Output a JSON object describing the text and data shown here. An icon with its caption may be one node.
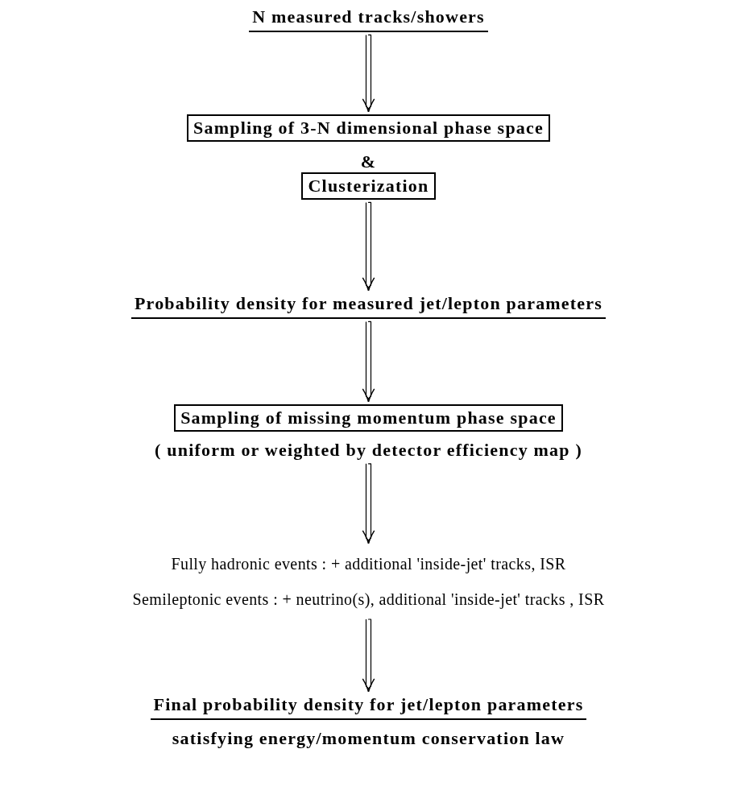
{
  "diagram": {
    "nodes": [
      {
        "text": [
          "N measured tracks/showers"
        ]
      },
      {
        "text": [
          "Sampling of 3-N dimensional phase space"
        ]
      },
      {
        "text": [
          "Clusterization"
        ]
      },
      {
        "text": [
          "Probability density for measured jet/lepton parameters"
        ]
      },
      {
        "text": [
          "Sampling of missing momentum phase space"
        ],
        "beside": [
          "( uniform or weighted by detector efficiency map )"
        ]
      },
      {
        "text": [
          "Fully hadronic events : + additional 'inside-jet' tracks, ISR",
          "Semileptonic events : + neutrino(s), additional 'inside-jet' tracks , ISR"
        ]
      },
      {
        "text": [
          "Final probability density for jet/lepton parameters",
          "satisfying energy/momentum conservation law"
        ]
      }
    ],
    "edges": [
      {
        "from": 0,
        "to": 1,
        "arrow": "to"
      },
      {
        "from": 2,
        "to": 3,
        "arrow": "to"
      },
      {
        "from": 3,
        "to": 4,
        "arrow": "to"
      },
      {
        "from": 4,
        "to": 5,
        "arrow": "to"
      },
      {
        "from": 5,
        "to": 6,
        "arrow": "to"
      }
    ],
    "labels": [
      "&"
    ]
  }
}
